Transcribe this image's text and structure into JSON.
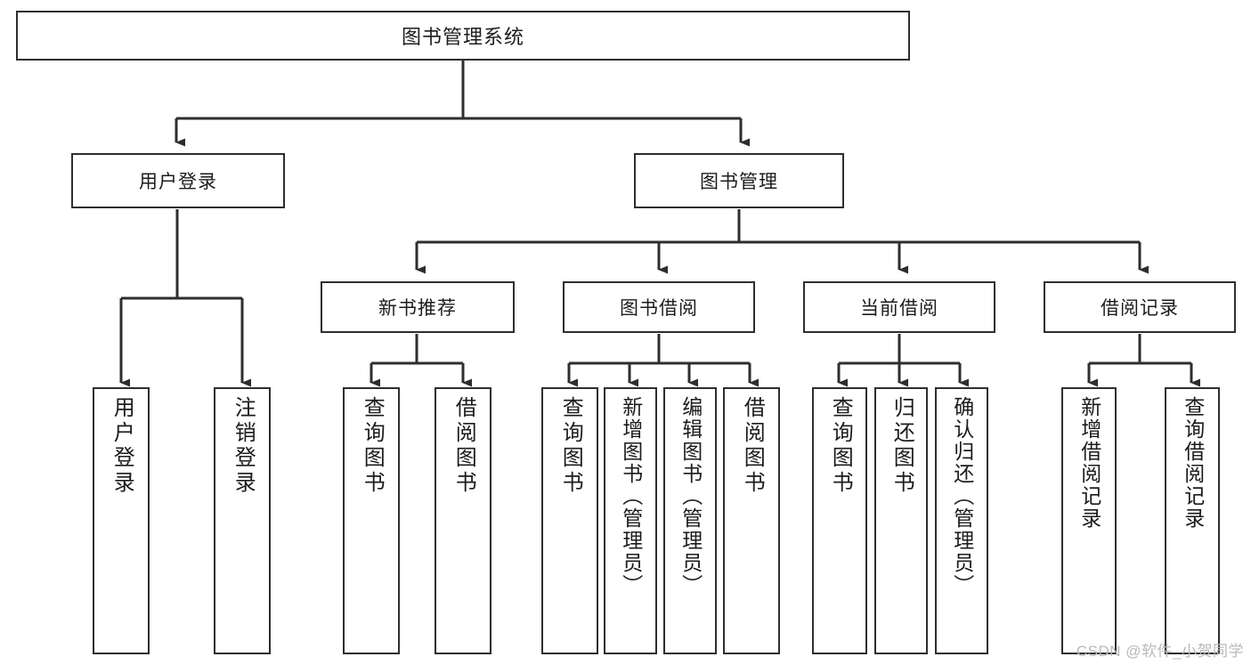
{
  "diagram": {
    "title": "图书管理系统",
    "type": "tree",
    "watermark": "CSDN @软件_小贺同学",
    "root": {
      "label": "图书管理系统",
      "children": [
        {
          "label": "用户登录",
          "children": [
            {
              "label": "用户登录"
            },
            {
              "label": "注销登录"
            }
          ]
        },
        {
          "label": "图书管理",
          "children": [
            {
              "label": "新书推荐",
              "children": [
                {
                  "label": "查询图书"
                },
                {
                  "label": "借阅图书"
                }
              ]
            },
            {
              "label": "图书借阅",
              "children": [
                {
                  "label": "查询图书"
                },
                {
                  "label": "新增图书（管理员）"
                },
                {
                  "label": "编辑图书（管理员）"
                },
                {
                  "label": "借阅图书"
                }
              ]
            },
            {
              "label": "当前借阅",
              "children": [
                {
                  "label": "查询图书"
                },
                {
                  "label": "归还图书"
                },
                {
                  "label": "确认归还（管理员）"
                }
              ]
            },
            {
              "label": "借阅记录",
              "children": [
                {
                  "label": "新增借阅记录"
                },
                {
                  "label": "查询借阅记录"
                }
              ]
            }
          ]
        }
      ]
    },
    "colors": {
      "stroke": "#2e2e2e",
      "fill": "#ffffff",
      "text": "#1c1c1c",
      "watermark": "#b9b9b9"
    }
  }
}
